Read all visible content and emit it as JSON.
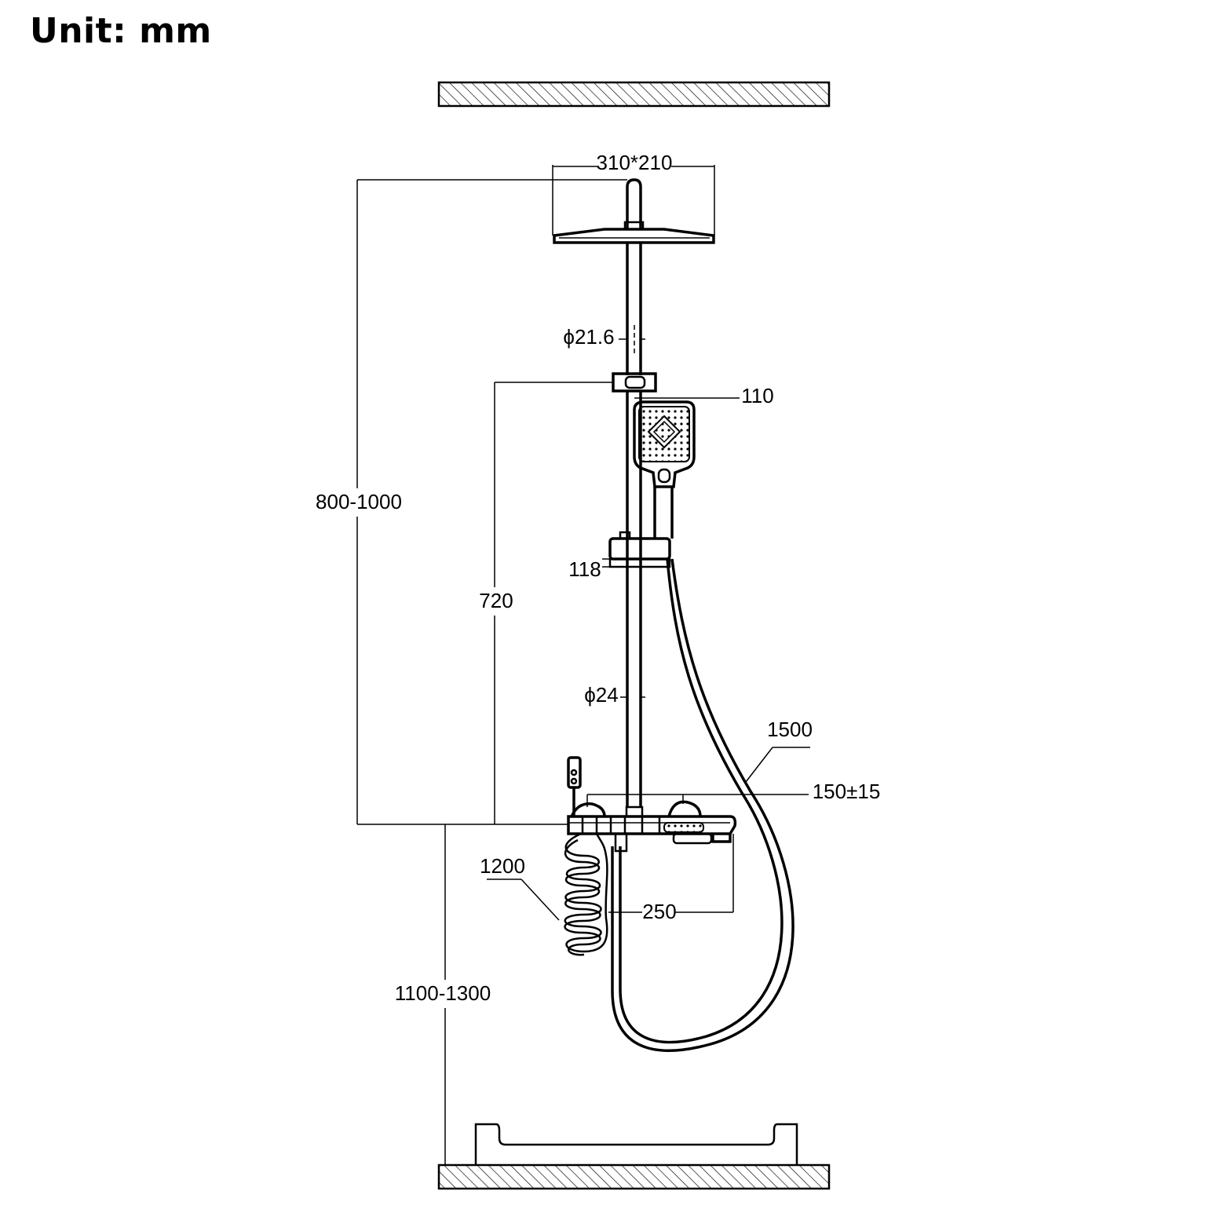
{
  "header": {
    "unit_label": "Unit: mm"
  },
  "dimensions": {
    "showerhead_size": "310*210",
    "upper_pipe_diameter": "ϕ21.6",
    "handshower_width": "110",
    "total_height": "800-1000",
    "slide_bar_height": "720",
    "holder_height": "118",
    "lower_pipe_diameter": "ϕ24",
    "hose_length": "1500",
    "inlet_spacing": "150±15",
    "spout_length": "250",
    "spring_hose_length": "1200",
    "mount_height": "1100-1300"
  }
}
